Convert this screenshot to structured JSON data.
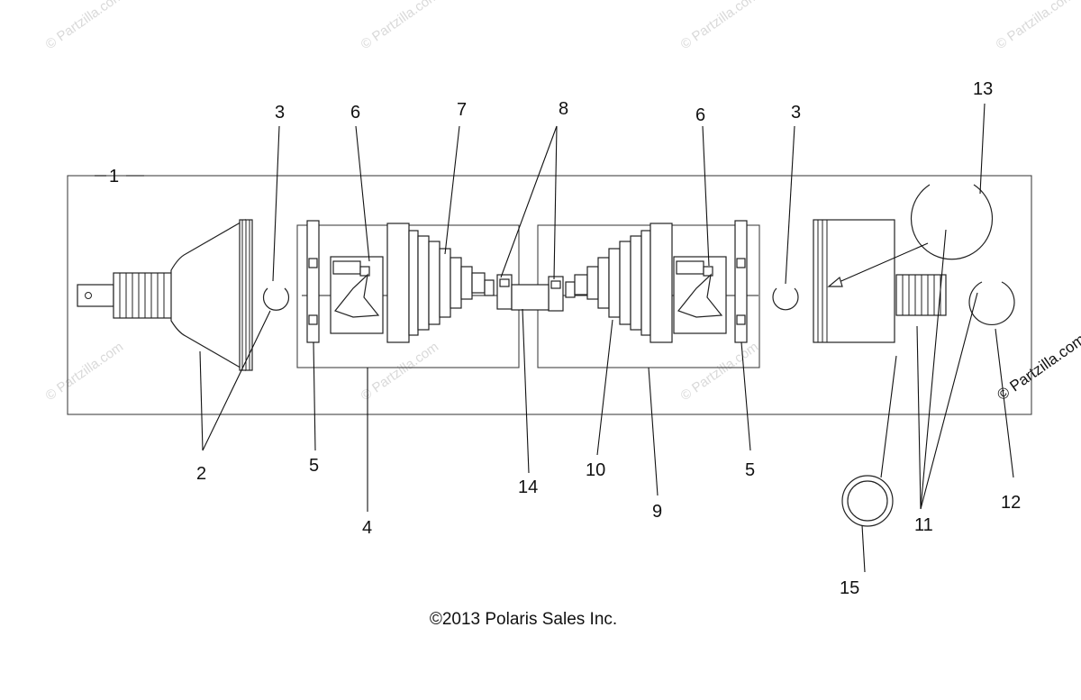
{
  "diagram": {
    "callouts": [
      "1",
      "2",
      "3",
      "3",
      "4",
      "5",
      "5",
      "6",
      "6",
      "7",
      "8",
      "9",
      "10",
      "11",
      "12",
      "13",
      "14",
      "15"
    ],
    "watermark": "© Partzilla.com",
    "copyright": "©2013 Polaris Sales Inc."
  }
}
